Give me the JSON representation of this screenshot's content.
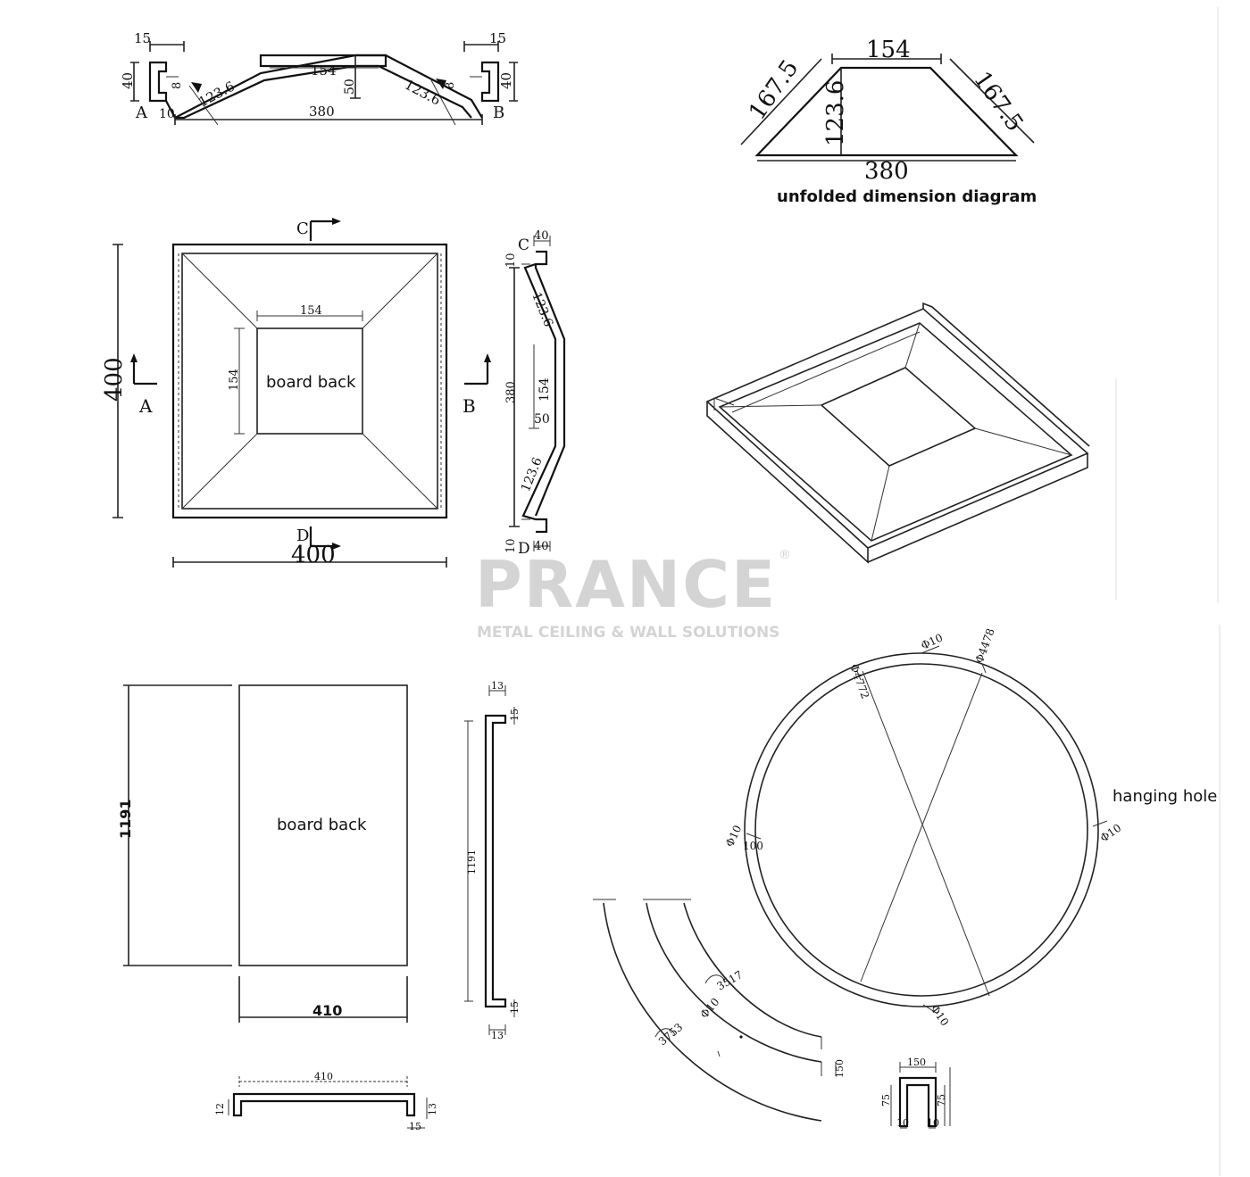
{
  "watermark": {
    "brand": "PRANCE",
    "registered": "®",
    "tagline": "METAL CEILING & WALL SOLUTIONS"
  },
  "profile_section": {
    "flange": "15",
    "flange_right": "15",
    "height": "40",
    "height_right": "40",
    "return": "8",
    "return_right": "8",
    "lip": "10",
    "slope": "123.6",
    "slope_right": "123.6",
    "top": "154",
    "depth": "50",
    "overall": "380",
    "label_a": "A",
    "label_b": "B"
  },
  "unfolded": {
    "top": "154",
    "side_left": "167.5",
    "side_right": "167.5",
    "height": "123.6",
    "bottom": "380",
    "caption": "unfolded dimension diagram"
  },
  "square_plan": {
    "label_c": "C",
    "label_d": "D",
    "label_a": "A",
    "label_b": "B",
    "width": "400",
    "height": "400",
    "inner_w": "154",
    "inner_h": "154",
    "center_text": "board back"
  },
  "side_section": {
    "label_c": "C",
    "label_d": "D",
    "top_flange": "40",
    "bottom_flange": "40",
    "lip_top": "10",
    "lip_bottom": "10",
    "slope_top": "123.6",
    "slope_bottom": "123.6",
    "middle": "154",
    "depth": "50",
    "overall": "380"
  },
  "rect_plan": {
    "height": "1191",
    "width": "410",
    "center_text": "board back",
    "side_height": "1191",
    "side_flange_top": "13",
    "side_flange_bottom": "13",
    "side_lip_top": "15",
    "side_lip_bottom": "15",
    "bottom_width": "410",
    "bottom_left": "12",
    "bottom_right": "13",
    "bottom_lip": "15"
  },
  "circle_plan": {
    "dia_left": "Φ4772",
    "hole_top": "Φ10",
    "dia_right": "Φ4478",
    "hole_label": "hanging hole",
    "hole_right": "Φ10",
    "hole_left": "Φ10",
    "offset": "100",
    "hole_bottom": "Φ10"
  },
  "arc_plan": {
    "r_inner": "3517",
    "hole": "Φ10",
    "r_outer": "3753",
    "width": "150"
  },
  "channel_section": {
    "width": "150",
    "h_left": "75",
    "h_right": "75",
    "t_left": "10",
    "t_right": "10"
  }
}
